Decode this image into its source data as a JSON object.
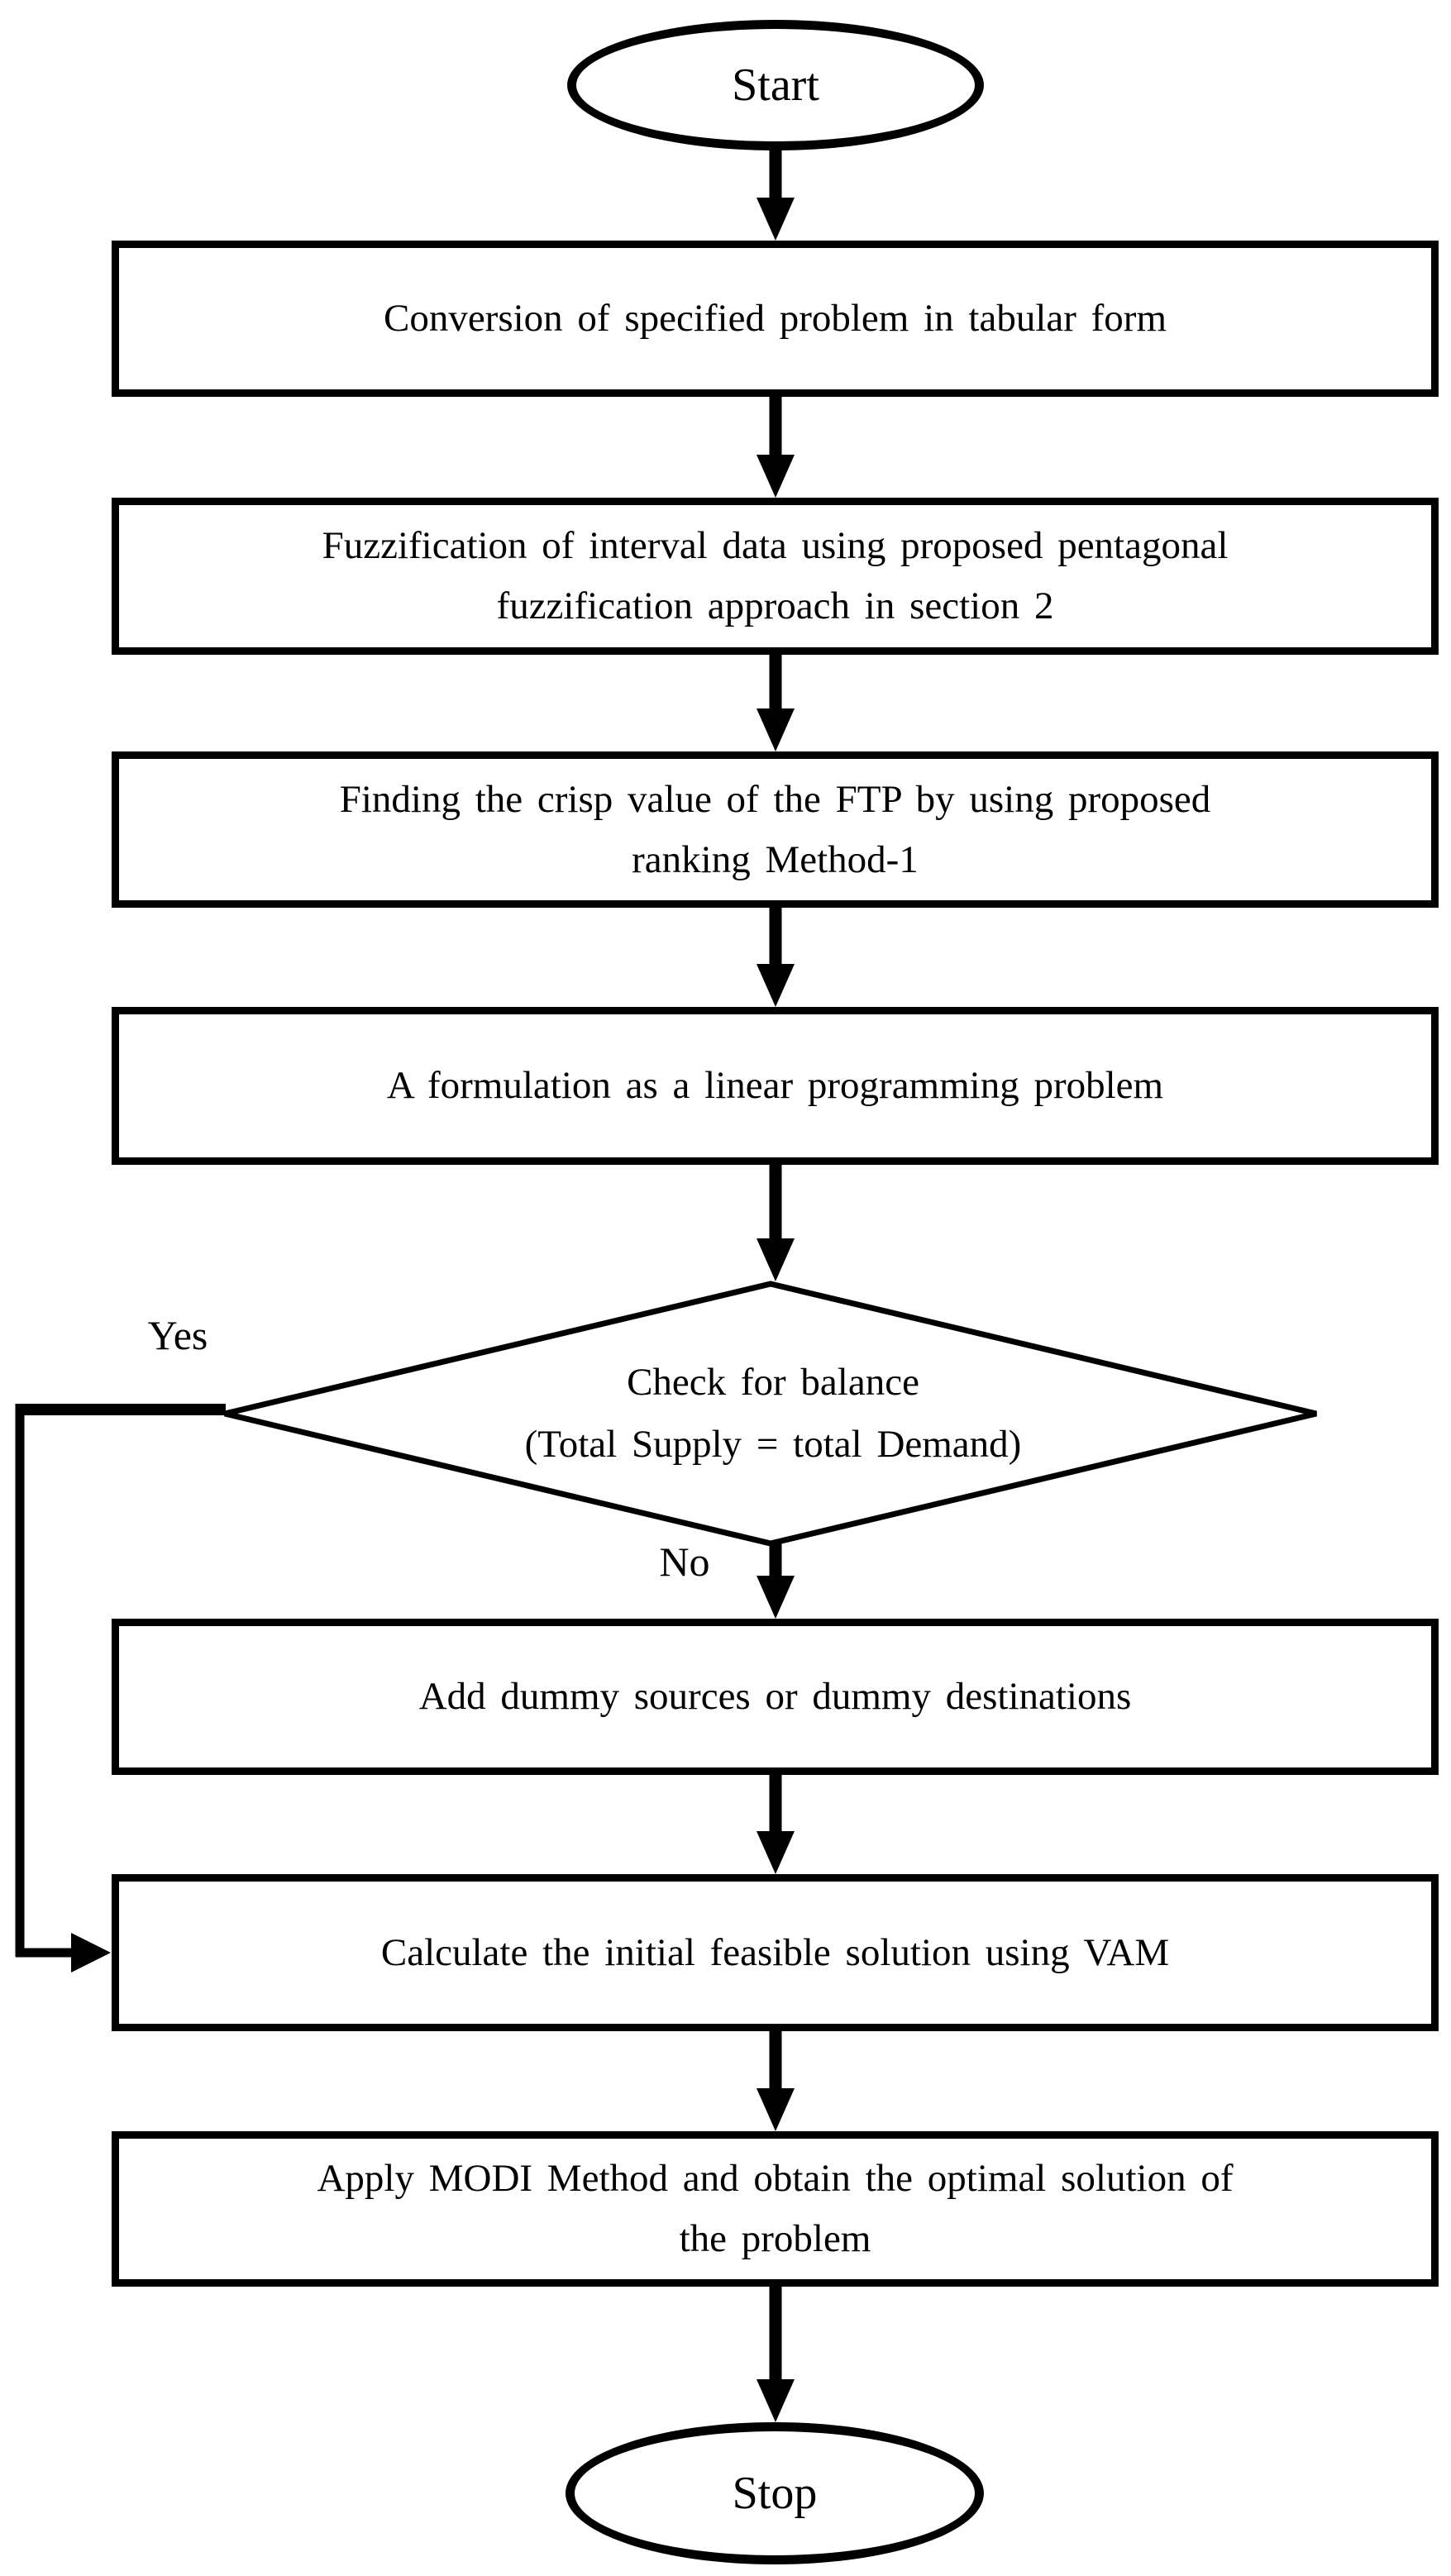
{
  "diagram": {
    "type": "flowchart",
    "background": "#ffffff",
    "stroke_color": "#000000",
    "fill_color": "#ffffff",
    "nodes": [
      {
        "id": "start",
        "shape": "terminator",
        "lines": [
          "Start"
        ]
      },
      {
        "id": "tabular-form",
        "shape": "process",
        "lines": [
          "Conversion of specified problem in tabular form"
        ]
      },
      {
        "id": "fuzzification",
        "shape": "process",
        "lines": [
          "Fuzzification of interval data using proposed pentagonal",
          "fuzzification approach in section 2"
        ]
      },
      {
        "id": "crisp-value",
        "shape": "process",
        "lines": [
          "Finding the crisp value of the FTP by using proposed",
          "ranking Method-1"
        ]
      },
      {
        "id": "lp-formulation",
        "shape": "process",
        "lines": [
          "A formulation as a linear programming problem"
        ]
      },
      {
        "id": "balance-check",
        "shape": "decision",
        "lines": [
          "Check for balance",
          "(Total Supply = total Demand)"
        ]
      },
      {
        "id": "add-dummy",
        "shape": "process",
        "lines": [
          "Add dummy sources or dummy destinations"
        ]
      },
      {
        "id": "vam",
        "shape": "process",
        "lines": [
          "Calculate the initial feasible solution using VAM"
        ]
      },
      {
        "id": "modi",
        "shape": "process",
        "lines": [
          "Apply MODI Method and obtain the optimal solution of",
          "the problem"
        ]
      },
      {
        "id": "stop",
        "shape": "terminator",
        "lines": [
          "Stop"
        ]
      }
    ],
    "branch_labels": {
      "yes": "Yes",
      "no": "No"
    }
  }
}
